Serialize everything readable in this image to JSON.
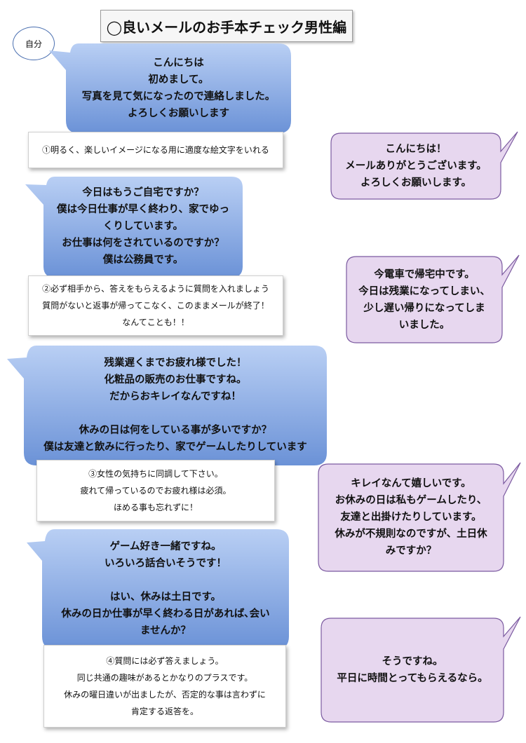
{
  "title": "◯良いメールのお手本チェック男性編",
  "me_label": "自分",
  "male_messages": [
    "こんにちは\n初めまして。\n写真を見て気になったので連絡しました。\nよろしくお願いします",
    "今日はもうご自宅ですか？\n僕は今日仕事が早く終わり、家でゆっ\nくりしています。\nお仕事は何をされているのですか？\n僕は公務員です。",
    "残業遅くまでお疲れ様でした！\n化粧品の販売のお仕事ですね。\nだからおキレイなんですね！\n\n休みの日は何をしている事が多いですか？\n僕は友達と飲みに行ったり、家でゲームしたりしています",
    "ゲーム好き一緒ですね。\nいろいろ話合いそうです！\n\nはい、休みは土日です。\n休みの日か仕事が早く終わる日があれば､会い\nませんか？"
  ],
  "tips": [
    "①明るく、楽しいイメージになる用に適度な絵文字をいれる",
    "②必ず相手から、答えをもらえるように質問を入れましょう\n質問がないと返事が帰ってこなく、このままメールが終了！\nなんてことも！！",
    "③女性の気持ちに同調して下さい。\n疲れて帰っているのでお疲れ様は必須。\nほめる事も忘れずに！",
    "④質問には必ず答えましょう。\n同じ共通の趣味があるとかなりのプラスです。\n休みの曜日違いが出ましたが、否定的な事は言わずに\n肯定する返答を。"
  ],
  "female_messages": [
    "こんにちは！\nメールありがとうございます。\nよろしくお願いします。",
    "今電車で帰宅中です。\n今日は残業になってしまい、\n少し遅い帰りになってしま\nいました。",
    "キレイなんて嬉しいです。\nお休みの日は私もゲームしたり、\n友達と出掛けたりしています。\n休みが不規則なのですが、土日休\nみですか？",
    "そうですね。\n平日に時間とってもらえるなら。"
  ],
  "colors": {
    "male_bubble_top": "#b7cdf3",
    "male_bubble_bottom": "#6f95d8",
    "female_bubble": "#e7d7ef",
    "female_border": "#7b5aa0"
  }
}
